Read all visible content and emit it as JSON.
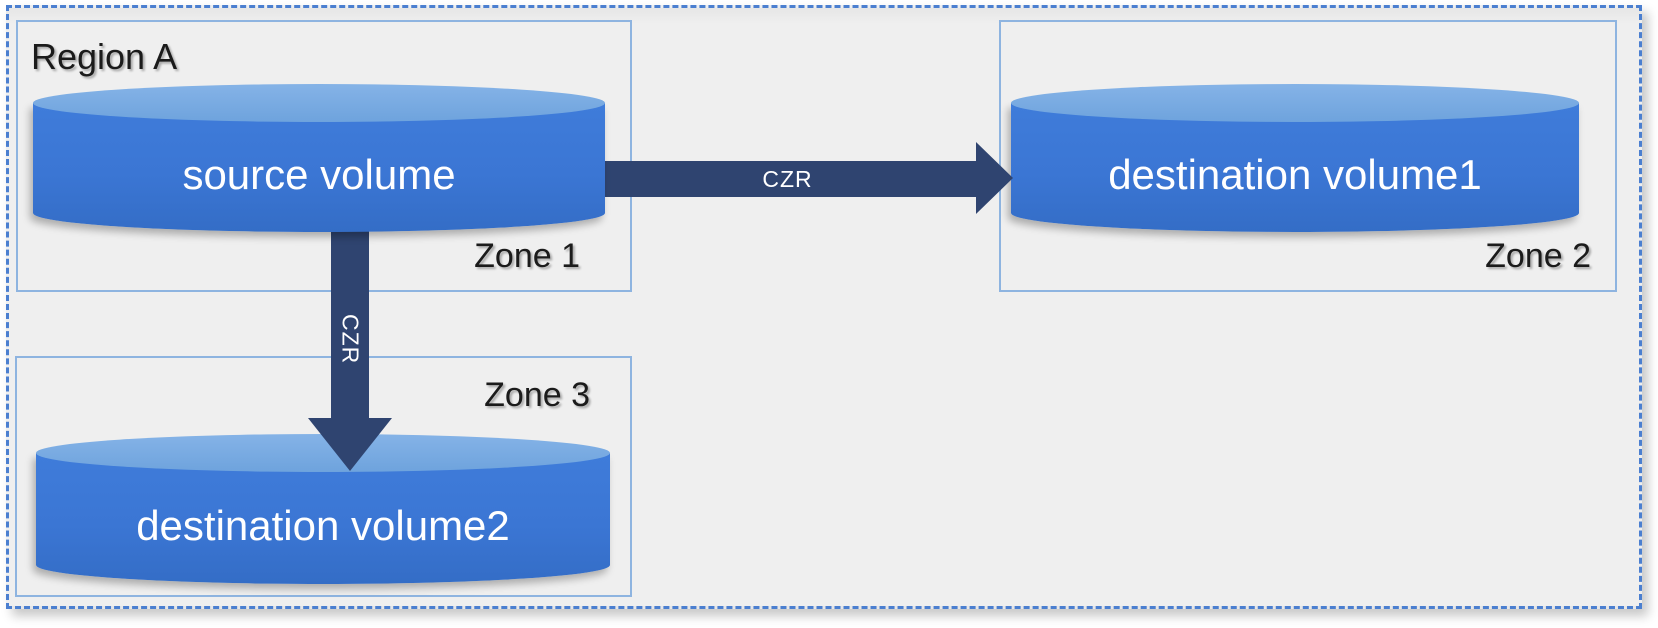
{
  "diagram": {
    "region_label": "Region A",
    "zones": [
      {
        "label": "Zone 1"
      },
      {
        "label": "Zone 2"
      },
      {
        "label": "Zone 3"
      }
    ],
    "volumes": [
      {
        "name": "source volume",
        "zone": "Zone 1"
      },
      {
        "name": "destination volume1",
        "zone": "Zone 2"
      },
      {
        "name": "destination volume2",
        "zone": "Zone 3"
      }
    ],
    "arrows": [
      {
        "label": "CZR",
        "from": "source volume",
        "to": "destination volume1",
        "direction": "right"
      },
      {
        "label": "CZR",
        "from": "source volume",
        "to": "destination volume2",
        "direction": "down"
      }
    ]
  },
  "colors": {
    "region_background": "#efefef",
    "region_border": "#4b7fd0",
    "zone_border": "#8eb4e0",
    "cylinder_body": "#3b76d4",
    "cylinder_top": "#79abe2",
    "arrow": "#2f4470",
    "label_text": "#1b1b1b",
    "volume_text": "#ffffff"
  }
}
